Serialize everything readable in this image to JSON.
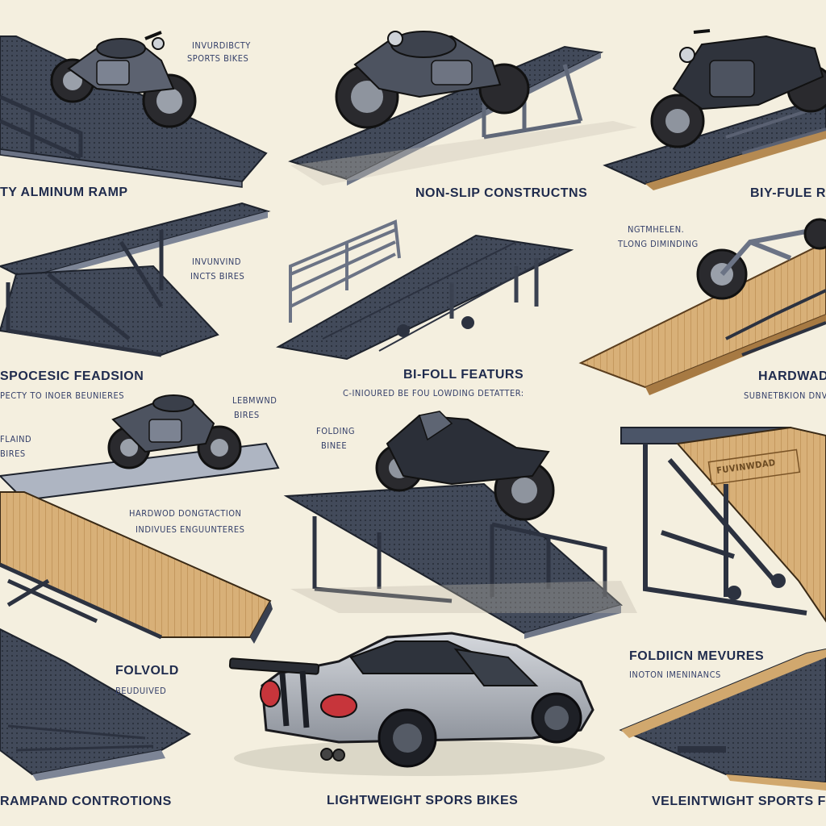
{
  "labels": {
    "p1_caption": "TY ALMINUM RAMP",
    "p1_note_l1": "INVURDIBCTY",
    "p1_note_l2": "SPORTS BIKES",
    "p2_caption": "NON-SLIP CONSTRUCTNS",
    "p3_caption": "BIY-FULE R",
    "p4_caption": "SPOCESIC FEADSION",
    "p4_sub": "PECTY TO INOER BEUNIERES",
    "p4_note_l1": "INVUNVIND",
    "p4_note_l2": "INCTS BIRES",
    "p5_caption": "BI-FOLL FEATURS",
    "p5_sub": "C-INIOURED BE FOU LOWDING DETATTER:",
    "p6_caption": "HARDWAD P",
    "p6_sub": "SUBNETBKION DNV",
    "p6_note_l1": "NGTMHELEN.",
    "p6_note_l2": "TLONG DIMINDING",
    "p7_note_l1": "FLAIND",
    "p7_note_l2": "BIRES",
    "p7_note2_l1": "LEBMWND",
    "p7_note2_l2": "BIRES",
    "p7_mid_l1": "HARDWOD DONGTACTION",
    "p7_mid_l2": "INDIVUES ENGUUNTERES",
    "p8_note_l1": "FOLDING",
    "p8_note_l2": "BINEE",
    "p9_stamp": "FUVINWDAD",
    "p10_caption": "FOLVOLD",
    "p10_sub": "BEUDUIVED",
    "p10_bottom": "RAMPAND CONTROTIONS",
    "p11_caption": "LIGHTWEIGHT SPORS BIKES",
    "p12_caption_l1": "FOLDIICN MEVURES",
    "p12_caption_l2": "INOTON IMENINANCS",
    "p12_bottom": "VELEINTWIGHT SPORTS FECT"
  },
  "palette": {
    "background": "#f4efdf",
    "steel": "#4b5568",
    "steel_light": "#8f98a8",
    "mesh": "#3a4150",
    "wood": "#d9b27a",
    "wood_dark": "#a77a43",
    "frame": "#2c3240",
    "ink": "#1f2b4d",
    "car": "#b8bcc4",
    "taillight": "#c7353b"
  }
}
